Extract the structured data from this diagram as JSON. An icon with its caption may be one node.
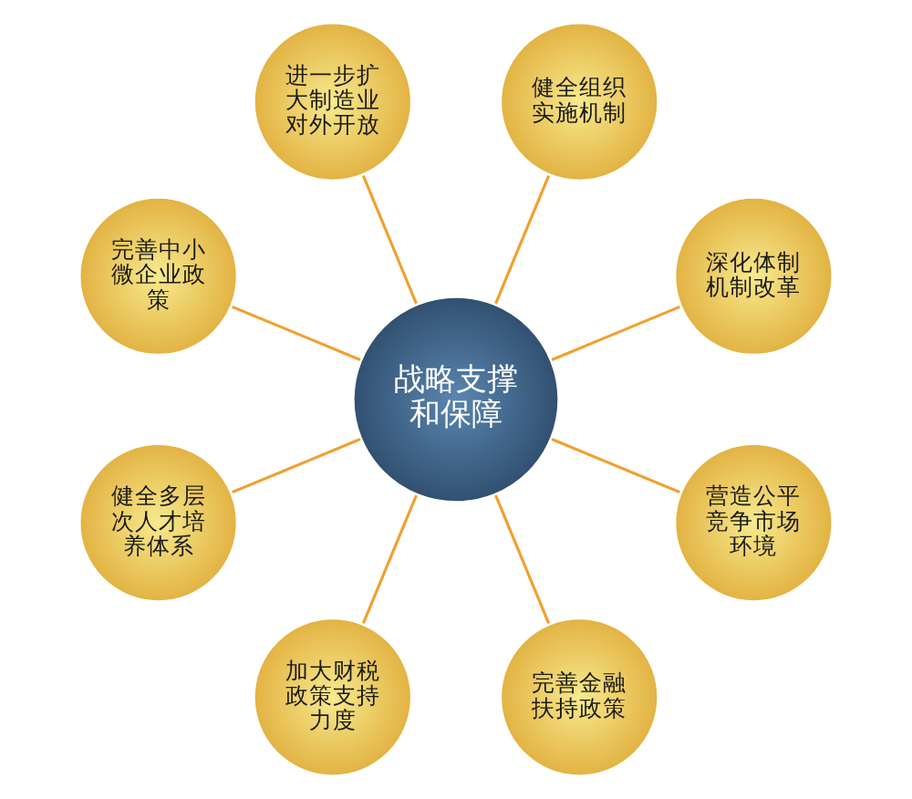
{
  "diagram": {
    "nodes": [
      {
        "text": [
          "战略支撑和保障"
        ]
      },
      {
        "text": [
          "深化体制机制改革"
        ]
      },
      {
        "text": [
          "健全组织实施机制"
        ]
      },
      {
        "text": [
          "进一步扩大制造业对外开放"
        ]
      },
      {
        "text": [
          "完善中小微企业政策"
        ]
      },
      {
        "text": [
          "健全多层次人才培养体系"
        ]
      },
      {
        "text": [
          "加大财税政策支持力度"
        ]
      },
      {
        "text": [
          "完善金融扶持政策"
        ]
      },
      {
        "text": [
          "营造公平竞争市场环境"
        ]
      }
    ],
    "edges": [
      {
        "from": 0,
        "to": 1,
        "arrow": "none"
      },
      {
        "from": 0,
        "to": 2,
        "arrow": "none"
      },
      {
        "from": 0,
        "to": 3,
        "arrow": "none"
      },
      {
        "from": 0,
        "to": 4,
        "arrow": "none"
      },
      {
        "from": 0,
        "to": 5,
        "arrow": "none"
      },
      {
        "from": 0,
        "to": 6,
        "arrow": "none"
      },
      {
        "from": 0,
        "to": 7,
        "arrow": "none"
      },
      {
        "from": 0,
        "to": 8,
        "arrow": "none"
      }
    ]
  }
}
